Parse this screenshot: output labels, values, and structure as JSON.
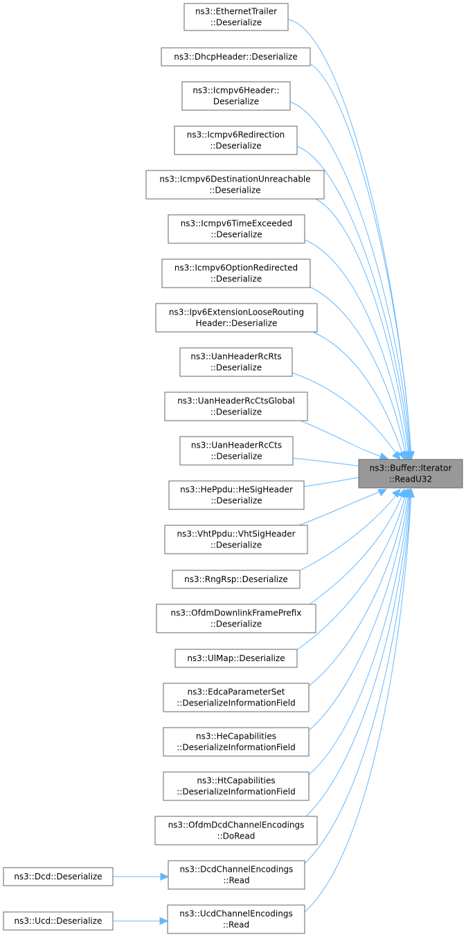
{
  "graph": {
    "colors": {
      "edge": "#63b8ff",
      "node_border": "#666666",
      "focus_fill": "#999999",
      "node_fill": "#ffffff"
    },
    "target": {
      "id": "target",
      "lines": [
        "ns3::Buffer::Iterator",
        "::ReadU32"
      ]
    },
    "nodes": [
      {
        "id": "n0",
        "lines": [
          "ns3::EthernetTrailer",
          "::Deserialize"
        ]
      },
      {
        "id": "n1",
        "lines": [
          "ns3::DhcpHeader::Deserialize"
        ]
      },
      {
        "id": "n2",
        "lines": [
          "ns3::Icmpv6Header::",
          "Deserialize"
        ]
      },
      {
        "id": "n3",
        "lines": [
          "ns3::Icmpv6Redirection",
          "::Deserialize"
        ]
      },
      {
        "id": "n4",
        "lines": [
          "ns3::Icmpv6DestinationUnreachable",
          "::Deserialize"
        ]
      },
      {
        "id": "n5",
        "lines": [
          "ns3::Icmpv6TimeExceeded",
          "::Deserialize"
        ]
      },
      {
        "id": "n6",
        "lines": [
          "ns3::Icmpv6OptionRedirected",
          "::Deserialize"
        ]
      },
      {
        "id": "n7",
        "lines": [
          "ns3::Ipv6ExtensionLooseRouting",
          "Header::Deserialize"
        ]
      },
      {
        "id": "n8",
        "lines": [
          "ns3::UanHeaderRcRts",
          "::Deserialize"
        ]
      },
      {
        "id": "n9",
        "lines": [
          "ns3::UanHeaderRcCtsGlobal",
          "::Deserialize"
        ]
      },
      {
        "id": "n10",
        "lines": [
          "ns3::UanHeaderRcCts",
          "::Deserialize"
        ]
      },
      {
        "id": "n11",
        "lines": [
          "ns3::HePpdu::HeSigHeader",
          "::Deserialize"
        ]
      },
      {
        "id": "n12",
        "lines": [
          "ns3::VhtPpdu::VhtSigHeader",
          "::Deserialize"
        ]
      },
      {
        "id": "n13",
        "lines": [
          "ns3::RngRsp::Deserialize"
        ]
      },
      {
        "id": "n14",
        "lines": [
          "ns3::OfdmDownlinkFramePrefix",
          "::Deserialize"
        ]
      },
      {
        "id": "n15",
        "lines": [
          "ns3::UlMap::Deserialize"
        ]
      },
      {
        "id": "n16",
        "lines": [
          "ns3::EdcaParameterSet",
          "::DeserializeInformationField"
        ]
      },
      {
        "id": "n17",
        "lines": [
          "ns3::HeCapabilities",
          "::DeserializeInformationField"
        ]
      },
      {
        "id": "n18",
        "lines": [
          "ns3::HtCapabilities",
          "::DeserializeInformationField"
        ]
      },
      {
        "id": "n19",
        "lines": [
          "ns3::OfdmDcdChannelEncodings",
          "::DoRead"
        ]
      },
      {
        "id": "n20",
        "lines": [
          "ns3::DcdChannelEncodings",
          "::Read"
        ]
      },
      {
        "id": "n21",
        "lines": [
          "ns3::UcdChannelEncodings",
          "::Read"
        ]
      },
      {
        "id": "n22",
        "lines": [
          "ns3::Dcd::Deserialize"
        ]
      },
      {
        "id": "n23",
        "lines": [
          "ns3::Ucd::Deserialize"
        ]
      }
    ],
    "edges": [
      [
        "n0",
        "target"
      ],
      [
        "n1",
        "target"
      ],
      [
        "n2",
        "target"
      ],
      [
        "n3",
        "target"
      ],
      [
        "n4",
        "target"
      ],
      [
        "n5",
        "target"
      ],
      [
        "n6",
        "target"
      ],
      [
        "n7",
        "target"
      ],
      [
        "n8",
        "target"
      ],
      [
        "n9",
        "target"
      ],
      [
        "n10",
        "target"
      ],
      [
        "n11",
        "target"
      ],
      [
        "n12",
        "target"
      ],
      [
        "n13",
        "target"
      ],
      [
        "n14",
        "target"
      ],
      [
        "n15",
        "target"
      ],
      [
        "n16",
        "target"
      ],
      [
        "n17",
        "target"
      ],
      [
        "n18",
        "target"
      ],
      [
        "n19",
        "target"
      ],
      [
        "n20",
        "target"
      ],
      [
        "n21",
        "target"
      ],
      [
        "n22",
        "n20"
      ],
      [
        "n23",
        "n21"
      ]
    ]
  }
}
